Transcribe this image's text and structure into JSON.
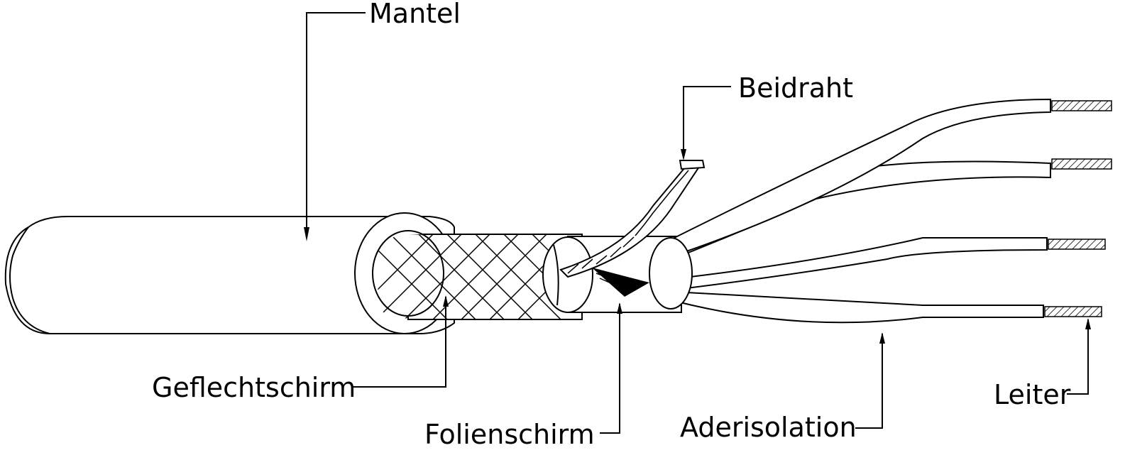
{
  "labels": {
    "mantel": "Mantel",
    "beidraht": "Beidraht",
    "geflechtschirm": "Geflechtschirm",
    "folienschirm": "Folienschirm",
    "aderisolation": "Aderisolation",
    "leiter": "Leiter"
  }
}
